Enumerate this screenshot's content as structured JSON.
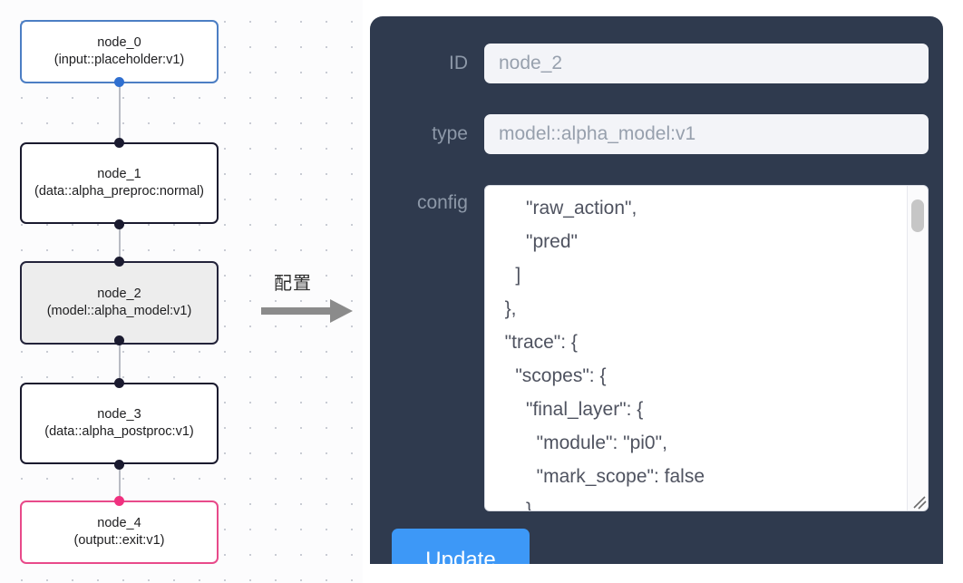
{
  "canvas": {
    "name": "node-graph-canvas",
    "nodes": [
      {
        "id": "node_0",
        "title": "node_0",
        "subtitle": "(input::placeholder:v1)",
        "state": "selected-blue"
      },
      {
        "id": "node_1",
        "title": "node_1",
        "subtitle": "(data::alpha_preproc:normal)",
        "state": "default"
      },
      {
        "id": "node_2",
        "title": "node_2",
        "subtitle": "(model::alpha_model:v1)",
        "state": "active"
      },
      {
        "id": "node_3",
        "title": "node_3",
        "subtitle": "(data::alpha_postproc:v1)",
        "state": "default"
      },
      {
        "id": "node_4",
        "title": "node_4",
        "subtitle": "(output::exit:v1)",
        "state": "selected-pink"
      }
    ]
  },
  "arrow": {
    "label": "配置",
    "icon": "right-arrow-icon",
    "color": "#808080"
  },
  "panel": {
    "name": "node-config-panel",
    "background": "#2f3a4e",
    "fields": [
      {
        "label": "ID",
        "value": "node_2",
        "placeholder": "node_2"
      },
      {
        "label": "type",
        "value": "model::alpha_model:v1",
        "placeholder": "model::alpha_model:v1"
      }
    ],
    "config": {
      "label": "config",
      "value": "      \"raw_action\",\n      \"pred\"\n    ]\n  },\n  \"trace\": {\n    \"scopes\": {\n      \"final_layer\": {\n        \"module\": \"pi0\",\n        \"mark_scope\": false\n      },\n      \"action_model\": {",
      "scrollbar": "vertical-scrollbar",
      "resize_handle": "resize-grip-icon"
    },
    "update_button": {
      "label": "Update",
      "color": "#3d98f7"
    }
  }
}
